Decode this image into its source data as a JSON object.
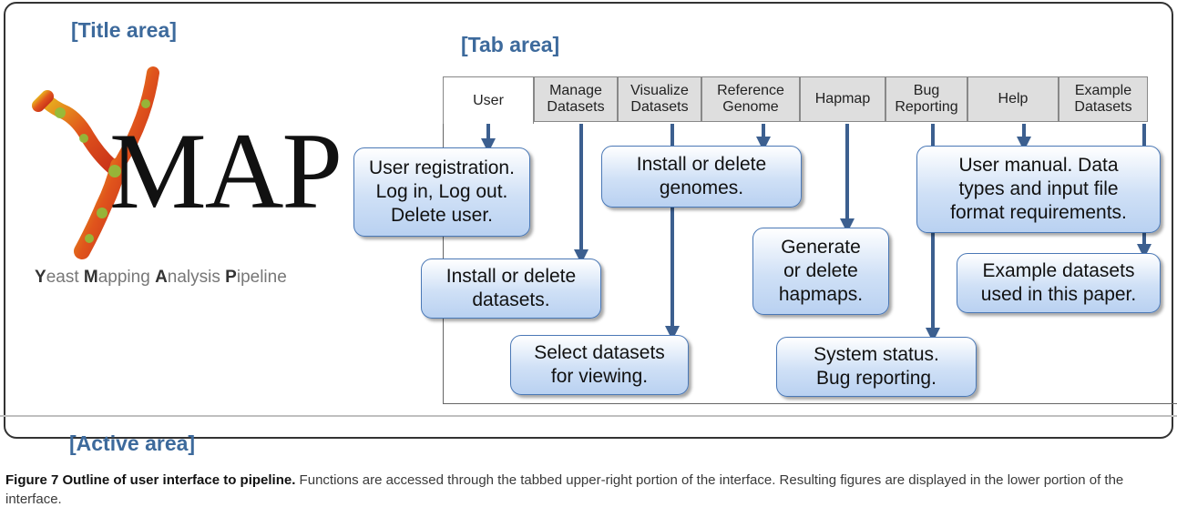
{
  "labels": {
    "title_area": "[Title area]",
    "tab_area": "[Tab area]",
    "active_area": "[Active area]"
  },
  "logo": {
    "wordmark": "MAP",
    "subtitle": {
      "y": "Y",
      "y_rest": "east ",
      "m": "M",
      "m_rest": "apping ",
      "a": "A",
      "a_rest": "nalysis ",
      "p": "P",
      "p_rest": "ipeline"
    }
  },
  "tabs": [
    {
      "label": "User",
      "active": true
    },
    {
      "label": "Manage\nDatasets"
    },
    {
      "label": "Visualize\nDatasets"
    },
    {
      "label": "Reference\nGenome"
    },
    {
      "label": "Hapmap"
    },
    {
      "label": "Bug\nReporting"
    },
    {
      "label": "Help"
    },
    {
      "label": "Example\nDatasets"
    }
  ],
  "callouts": {
    "user": "User registration.\nLog in, Log out.\nDelete user.",
    "manage": "Install or delete\ndatasets.",
    "visualize": "Select datasets\nfor viewing.",
    "genome": "Install or delete\ngenomes.",
    "hapmap": "Generate\nor delete\nhapmaps.",
    "bug": "System status.\nBug reporting.",
    "help": "User manual. Data\ntypes and input file\nformat requirements.",
    "example": "Example datasets\nused in this paper."
  },
  "caption": {
    "bold": "Figure 7 Outline of user interface to pipeline.",
    "text": " Functions are accessed through the tabbed upper-right portion of the interface. Resulting figures are displayed in the lower portion of the interface."
  },
  "colors": {
    "label_blue": "#3d6a9c",
    "arrow_blue": "#3c5f8f",
    "callout_border": "#4a78b6"
  }
}
